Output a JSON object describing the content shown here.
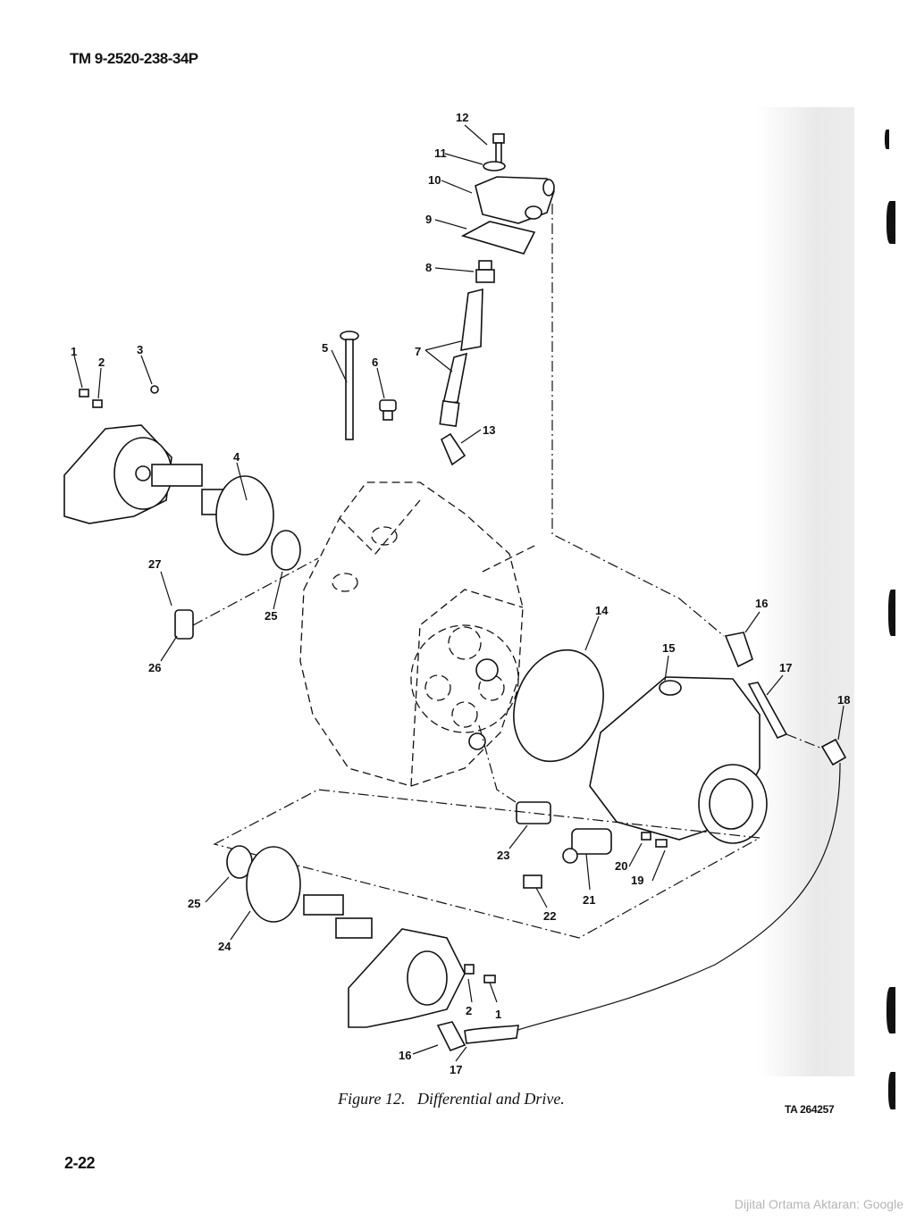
{
  "header": {
    "doc_id": "TM 9-2520-238-34P"
  },
  "figure": {
    "caption_number": "Figure 12.",
    "caption_title": "Differential and Drive.",
    "reference": "TA 264257"
  },
  "callouts": {
    "c1a": "1",
    "c2a": "2",
    "c3": "3",
    "c4": "4",
    "c5": "5",
    "c6": "6",
    "c7": "7",
    "c8": "8",
    "c9": "9",
    "c10": "10",
    "c11": "11",
    "c12": "12",
    "c13": "13",
    "c14": "14",
    "c15": "15",
    "c16a": "16",
    "c17a": "17",
    "c18": "18",
    "c19": "19",
    "c20": "20",
    "c21": "21",
    "c22": "22",
    "c23": "23",
    "c24": "24",
    "c25a": "25",
    "c25b": "25",
    "c26": "26",
    "c27": "27",
    "c1b": "1",
    "c2b": "2",
    "c16b": "16",
    "c17b": "17"
  },
  "footer": {
    "page_number": "2-22",
    "watermark": "Dijital Ortama Aktaran: Google"
  }
}
